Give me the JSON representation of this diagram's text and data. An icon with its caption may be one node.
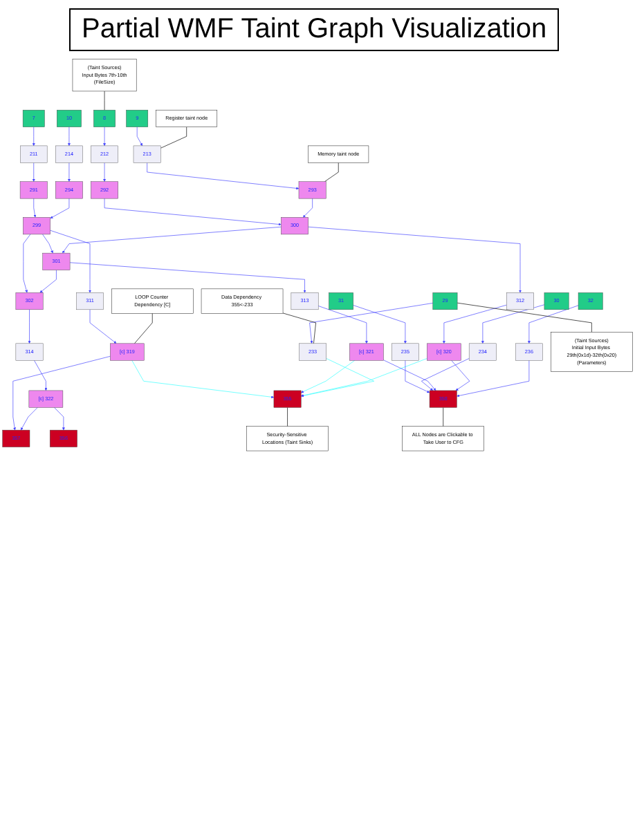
{
  "diagram": {
    "title": "Partial WMF Taint Graph Visualization",
    "nodes": [
      {
        "text": [
          "(Taint Sources)",
          "Input Bytes 7th-10th",
          "(FileSize)"
        ]
      },
      {
        "text": [
          "7"
        ]
      },
      {
        "text": [
          "10"
        ]
      },
      {
        "text": [
          "8"
        ]
      },
      {
        "text": [
          "9"
        ]
      },
      {
        "text": [
          "Register  taint node"
        ]
      },
      {
        "text": [
          "211"
        ]
      },
      {
        "text": [
          "214"
        ]
      },
      {
        "text": [
          "212"
        ]
      },
      {
        "text": [
          "213"
        ]
      },
      {
        "text": [
          "LOOP Counter Dependency [C]"
        ]
      },
      {
        "text": [
          "291"
        ]
      },
      {
        "text": [
          "294"
        ]
      },
      {
        "text": [
          "292"
        ]
      },
      {
        "text": [
          "293"
        ]
      },
      {
        "text": [
          "Memory taint node"
        ]
      },
      {
        "text": [
          "299"
        ]
      },
      {
        "text": [
          "300"
        ]
      },
      {
        "text": [
          "301"
        ]
      },
      {
        "text": [
          "302"
        ]
      },
      {
        "text": [
          "(Taint Sources)",
          "Initial Input Bytes 29th(0x1d)-32th(0x20)",
          "(Parameters)"
        ]
      },
      {
        "text": [
          "311"
        ]
      },
      {
        "text": [
          "314"
        ]
      },
      {
        "text": [
          "313"
        ]
      },
      {
        "text": [
          "312"
        ]
      },
      {
        "text": [
          "31"
        ]
      },
      {
        "text": [
          "30"
        ]
      },
      {
        "text": [
          "29"
        ]
      },
      {
        "text": [
          "32"
        ]
      },
      {
        "text": [
          "235"
        ]
      },
      {
        "text": [
          "234"
        ]
      },
      {
        "text": [
          "[c] 319"
        ]
      },
      {
        "text": [
          "[c] 322"
        ]
      },
      {
        "text": [
          "[c] 321"
        ]
      },
      {
        "text": [
          "[c] 320"
        ]
      },
      {
        "text": [
          "233"
        ]
      },
      {
        "text": [
          "236"
        ]
      },
      {
        "text": [
          "357"
        ]
      },
      {
        "text": [
          "356"
        ]
      },
      {
        "text": [
          "355"
        ]
      },
      {
        "text": [
          "358"
        ]
      },
      {
        "text": [
          "Data Dependency 355<-233"
        ]
      },
      {
        "text": [
          "Security-Sensitive Locations (Taint Sinks)"
        ]
      },
      {
        "text": [
          "ALL Nodes are Clickable to Take User to CFG"
        ]
      }
    ],
    "edges": [
      {
        "from": 1,
        "to": 6,
        "arrow": "to"
      },
      {
        "from": 2,
        "to": 7,
        "arrow": "to"
      },
      {
        "from": 3,
        "to": 8,
        "arrow": "to"
      },
      {
        "from": 4,
        "to": 9,
        "arrow": "to"
      },
      {
        "from": 6,
        "to": 11,
        "arrow": "to"
      },
      {
        "from": 7,
        "to": 12,
        "arrow": "to"
      },
      {
        "from": 8,
        "to": 13,
        "arrow": "to"
      },
      {
        "from": 9,
        "to": 14,
        "arrow": "to"
      },
      {
        "from": 11,
        "to": 16,
        "arrow": "to"
      },
      {
        "from": 12,
        "to": 16,
        "arrow": "to"
      },
      {
        "from": 13,
        "to": 17,
        "arrow": "to"
      },
      {
        "from": 14,
        "to": 17,
        "arrow": "to"
      },
      {
        "from": 16,
        "to": 18,
        "arrow": "to"
      },
      {
        "from": 17,
        "to": 18,
        "arrow": "to"
      },
      {
        "from": 16,
        "to": 19,
        "arrow": "to"
      },
      {
        "from": 18,
        "to": 19,
        "arrow": "to"
      },
      {
        "from": 16,
        "to": 21,
        "arrow": "to"
      },
      {
        "from": 19,
        "to": 22,
        "arrow": "to"
      },
      {
        "from": 18,
        "to": 23,
        "arrow": "to"
      },
      {
        "from": 17,
        "to": 24,
        "arrow": "to"
      },
      {
        "from": 21,
        "to": 31,
        "arrow": "to"
      },
      {
        "from": 22,
        "to": 32,
        "arrow": "to"
      },
      {
        "from": 23,
        "to": 33,
        "arrow": "to"
      },
      {
        "from": 24,
        "to": 34,
        "arrow": "to"
      },
      {
        "from": 25,
        "to": 29,
        "arrow": "to"
      },
      {
        "from": 26,
        "to": 30,
        "arrow": "to"
      },
      {
        "from": 27,
        "to": 35,
        "arrow": "to"
      },
      {
        "from": 28,
        "to": 36,
        "arrow": "to"
      },
      {
        "from": 31,
        "to": 37,
        "arrow": "to"
      },
      {
        "from": 32,
        "to": 37,
        "arrow": "to"
      },
      {
        "from": 32,
        "to": 38,
        "arrow": "to"
      },
      {
        "from": 31,
        "to": 39,
        "arrow": "to",
        "color": "#33ffff"
      },
      {
        "from": 33,
        "to": 39,
        "arrow": "to",
        "color": "#33ffff"
      },
      {
        "from": 34,
        "to": 39,
        "arrow": "to",
        "color": "#33ffff"
      },
      {
        "from": 35,
        "to": 39,
        "arrow": "to",
        "color": "#33ffff"
      },
      {
        "from": 29,
        "to": 40,
        "arrow": "to"
      },
      {
        "from": 30,
        "to": 40,
        "arrow": "to"
      },
      {
        "from": 33,
        "to": 40,
        "arrow": "to"
      },
      {
        "from": 34,
        "to": 40,
        "arrow": "to"
      },
      {
        "from": 36,
        "to": 40,
        "arrow": "to"
      },
      {
        "from": 0,
        "to": 3,
        "arrow": "none",
        "color": "#000000"
      },
      {
        "from": 5,
        "to": 9,
        "arrow": "none",
        "color": "#000000"
      },
      {
        "from": 15,
        "to": 14,
        "arrow": "none",
        "color": "#000000"
      },
      {
        "from": 10,
        "to": 31,
        "arrow": "none",
        "color": "#000000"
      },
      {
        "from": 27,
        "to": 20,
        "arrow": "none",
        "color": "#000000"
      },
      {
        "from": 41,
        "to": 35,
        "arrow": "none",
        "color": "#000000"
      },
      {
        "from": 39,
        "to": 42,
        "arrow": "none",
        "color": "#000000"
      },
      {
        "from": 40,
        "to": 43,
        "arrow": "none",
        "color": "#000000"
      }
    ]
  }
}
